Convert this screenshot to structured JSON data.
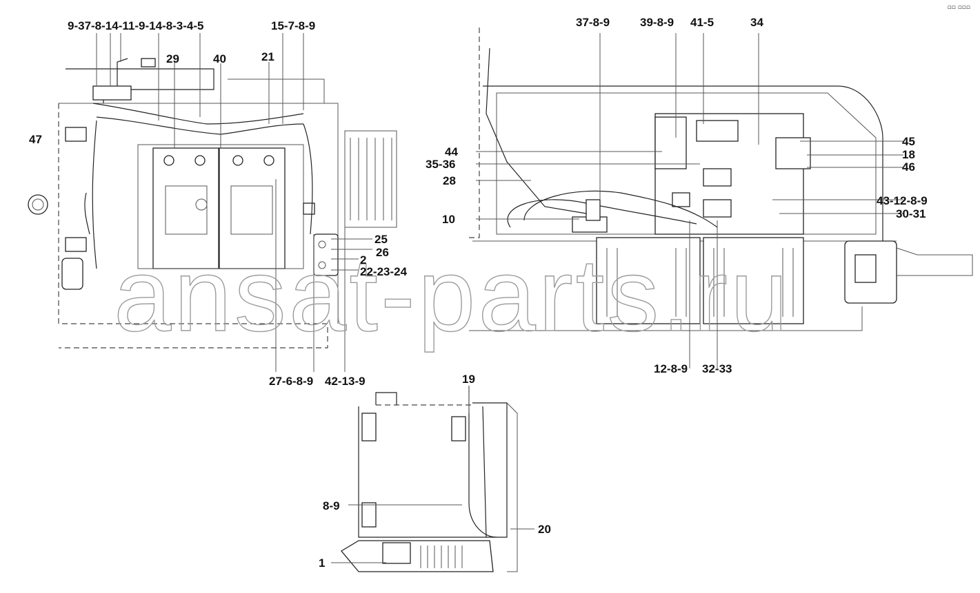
{
  "watermark": "ansat-parts.ru",
  "corner_icon": "window-controls-icon",
  "views": {
    "left": {
      "callouts": [
        {
          "id": "l1",
          "text": "9-37-8-14-11-9-14-8-3-4-5"
        },
        {
          "id": "l2",
          "text": "15-7-8-9"
        },
        {
          "id": "l3",
          "text": "29"
        },
        {
          "id": "l4",
          "text": "40"
        },
        {
          "id": "l5",
          "text": "21"
        },
        {
          "id": "l6",
          "text": "47"
        },
        {
          "id": "l7",
          "text": "25"
        },
        {
          "id": "l8",
          "text": "26"
        },
        {
          "id": "l9",
          "text": "2"
        },
        {
          "id": "l10",
          "text": "22-23-24"
        },
        {
          "id": "l11",
          "text": "27-6-8-9"
        },
        {
          "id": "l12",
          "text": "42-13-9"
        }
      ]
    },
    "right": {
      "callouts": [
        {
          "id": "r1",
          "text": "37-8-9"
        },
        {
          "id": "r2",
          "text": "39-8-9"
        },
        {
          "id": "r3",
          "text": "41-5"
        },
        {
          "id": "r4",
          "text": "34"
        },
        {
          "id": "r5",
          "text": "44"
        },
        {
          "id": "r6",
          "text": "35-36"
        },
        {
          "id": "r7",
          "text": "28"
        },
        {
          "id": "r8",
          "text": "10"
        },
        {
          "id": "r9",
          "text": "45"
        },
        {
          "id": "r10",
          "text": "18"
        },
        {
          "id": "r11",
          "text": "46"
        },
        {
          "id": "r12",
          "text": "43-12-8-9"
        },
        {
          "id": "r13",
          "text": "30-31"
        },
        {
          "id": "r14",
          "text": "12-8-9"
        },
        {
          "id": "r15",
          "text": "32-33"
        }
      ]
    },
    "bottom": {
      "callouts": [
        {
          "id": "b1",
          "text": "19"
        },
        {
          "id": "b2",
          "text": "8-9"
        },
        {
          "id": "b3",
          "text": "20"
        },
        {
          "id": "b4",
          "text": "1"
        }
      ]
    }
  }
}
